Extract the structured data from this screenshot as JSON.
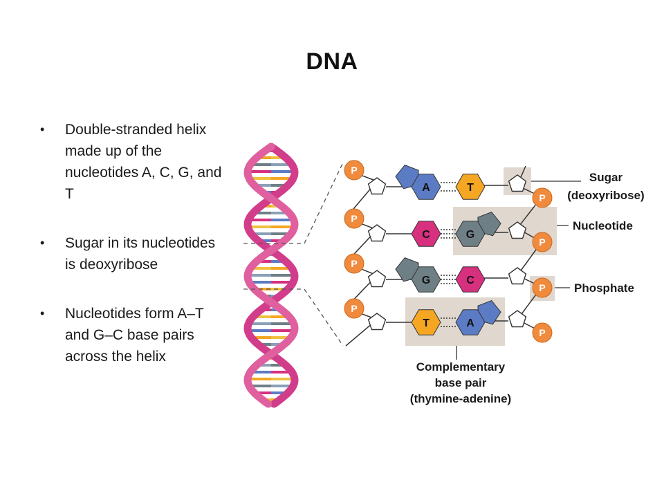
{
  "slide": {
    "title": "DNA",
    "bullets": [
      "Double-stranded helix made up of the nucleotides  A, C, G, and T",
      "Sugar in its nucleotides is deoxyribose",
      "Nucleotides form A–T and G–C base pairs across the helix"
    ]
  },
  "diagram": {
    "phosphate_symbol": "P",
    "pairs": [
      {
        "left": "A",
        "right": "T"
      },
      {
        "left": "C",
        "right": "G"
      },
      {
        "left": "G",
        "right": "C"
      },
      {
        "left": "T",
        "right": "A"
      }
    ],
    "labels": {
      "sugar_line1": "Sugar",
      "sugar_line2": "(deoxyribose)",
      "nucleotide": "Nucleotide",
      "phosphate": "Phosphate",
      "complementary_line1": "Complementary",
      "complementary_line2": "base pair",
      "complementary_line3": "(thymine-adenine)"
    },
    "colors": {
      "A": "#5b7cc4",
      "T": "#f5a623",
      "C": "#d6307f",
      "G": "#6f7f86",
      "phosphate": "#f08a3c",
      "helix_backbone": "#d13d8a",
      "highlight_box": "#e0d8cf"
    }
  }
}
